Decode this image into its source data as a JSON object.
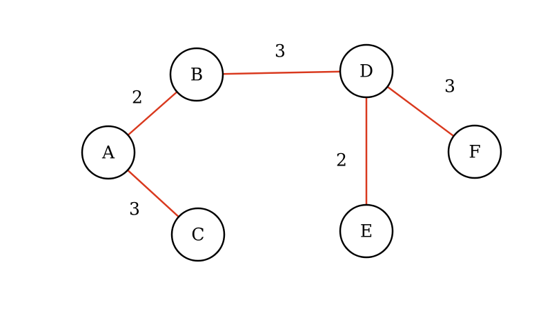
{
  "graph": {
    "edge_color": "#d9391e",
    "node_stroke_color": "#000000",
    "nodes": [
      {
        "id": "A",
        "label": "A"
      },
      {
        "id": "B",
        "label": "B"
      },
      {
        "id": "C",
        "label": "C"
      },
      {
        "id": "D",
        "label": "D"
      },
      {
        "id": "E",
        "label": "E"
      },
      {
        "id": "F",
        "label": "F"
      }
    ],
    "edges": [
      {
        "from": "A",
        "to": "B",
        "weight": "2"
      },
      {
        "from": "A",
        "to": "C",
        "weight": "3"
      },
      {
        "from": "B",
        "to": "D",
        "weight": "3"
      },
      {
        "from": "D",
        "to": "E",
        "weight": "2"
      },
      {
        "from": "D",
        "to": "F",
        "weight": "3"
      }
    ]
  }
}
